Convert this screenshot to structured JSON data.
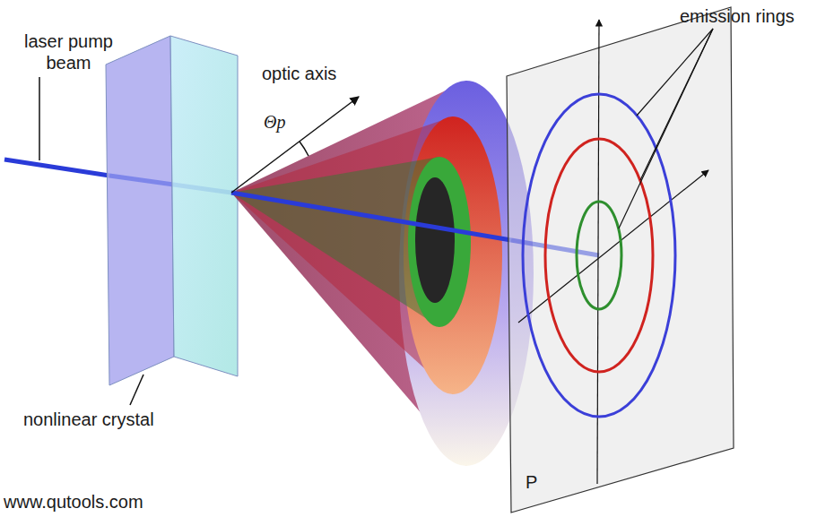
{
  "diagram": {
    "labels": [
      "laser pump beam",
      "optic axis",
      "Θp",
      "nonlinear crystal",
      "emission rings",
      "P",
      "www.qutools.com"
    ]
  }
}
